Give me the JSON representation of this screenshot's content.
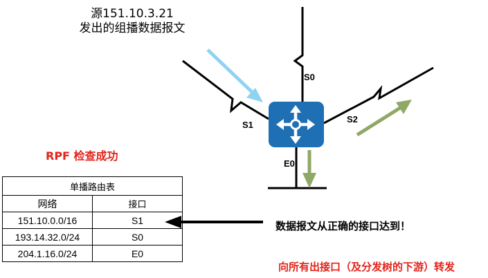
{
  "source_text": [
    "源151.10.3.21",
    "发出的组播数据报文"
  ],
  "interfaces": {
    "s0": "S0",
    "s1": "S1",
    "s2": "S2",
    "e0": "E0"
  },
  "rpf_result": "RPF 检查成功",
  "routing_table": {
    "title": "单播路由表",
    "headers": [
      "网络",
      "接口"
    ],
    "rows": [
      {
        "network": "151.10.0.0/16",
        "interface": "S1"
      },
      {
        "network": "193.14.32.0/24",
        "interface": "S0"
      },
      {
        "network": "204.1.16.0/24",
        "interface": "E0"
      }
    ]
  },
  "notes": {
    "correct_interface": "数据报文从正确的接口达到！",
    "forward": "向所有出接口（及分发树的下游）转发"
  },
  "colors": {
    "router": "#1f6fb5",
    "incoming_arrow": "#8fd3f2",
    "outgoing_arrow": "#8fa865",
    "emphasis": "#e2231a"
  },
  "icons": {
    "router": "router-icon"
  }
}
